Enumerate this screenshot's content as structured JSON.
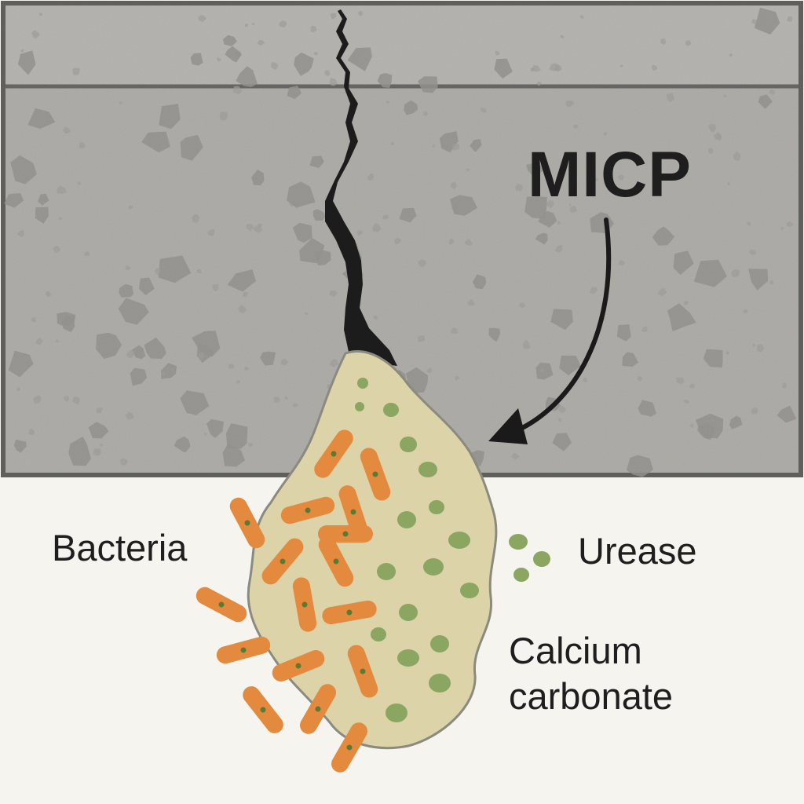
{
  "labels": {
    "micp": "MICP",
    "bacteria": "Bacteria",
    "urease": "Urease",
    "calcium_line1": "Calcium",
    "calcium_line2": "carbonate"
  },
  "colors": {
    "concrete": "#a9a8a3",
    "concrete_dark": "#8d8c88",
    "aggregate": "#8f8e8a",
    "border": "#5f5f5c",
    "crack": "#1c1c1c",
    "precipitate": "#dcd3a9",
    "bacteria": "#e38a3e",
    "bacteria_dot": "#5a7a36",
    "urease": "#8aa660",
    "background": "#f5f4ef",
    "text": "#1e1e1e"
  }
}
